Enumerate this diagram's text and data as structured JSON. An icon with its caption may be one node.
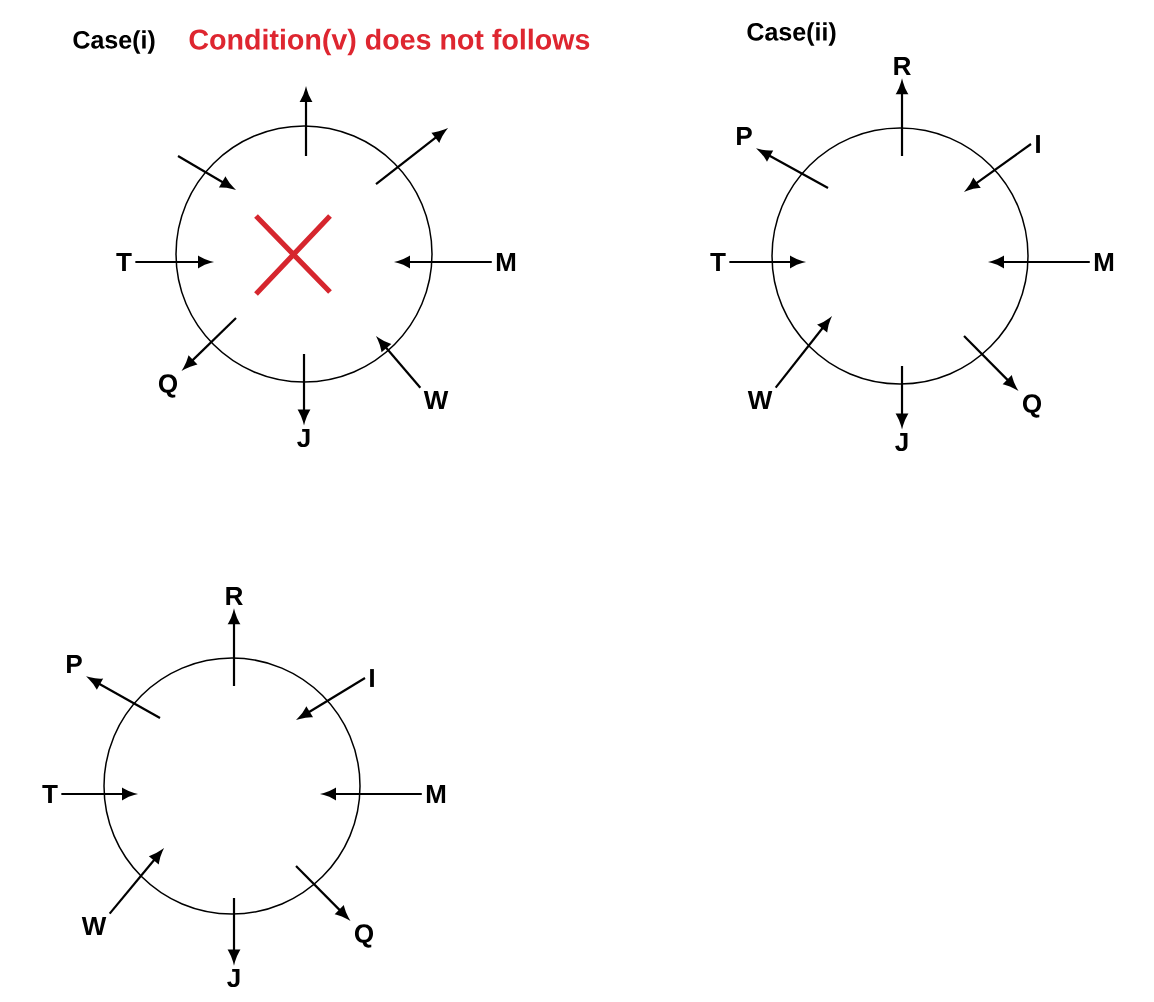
{
  "diagram": {
    "nodes": [
      {
        "text": [
          "T"
        ]
      },
      {
        "text": [
          "M"
        ]
      },
      {
        "text": [
          "Q"
        ]
      },
      {
        "text": [
          "W"
        ]
      },
      {
        "text": [
          "J"
        ]
      },
      {
        "text": [
          "R"
        ]
      },
      {
        "text": [
          "P"
        ]
      },
      {
        "text": [
          "I"
        ]
      },
      {
        "text": [
          "T"
        ]
      },
      {
        "text": [
          "M"
        ]
      },
      {
        "text": [
          "W"
        ]
      },
      {
        "text": [
          "Q"
        ]
      },
      {
        "text": [
          "J"
        ]
      },
      {
        "text": [
          "R"
        ]
      },
      {
        "text": [
          "P"
        ]
      },
      {
        "text": [
          "I"
        ]
      },
      {
        "text": [
          "T"
        ]
      },
      {
        "text": [
          "M"
        ]
      },
      {
        "text": [
          "W"
        ]
      },
      {
        "text": [
          "Q"
        ]
      },
      {
        "text": [
          "J"
        ]
      }
    ],
    "edges": [
      {
        "from": 0,
        "to": null,
        "arrow": "to"
      },
      {
        "from": 1,
        "to": null,
        "arrow": "to"
      },
      {
        "from": null,
        "to": 2,
        "arrow": "to"
      },
      {
        "from": 3,
        "to": null,
        "arrow": "to"
      },
      {
        "from": null,
        "to": 4,
        "arrow": "to"
      },
      {
        "from": null,
        "to": 5,
        "arrow": "to"
      },
      {
        "from": null,
        "to": 6,
        "arrow": "to"
      },
      {
        "from": 7,
        "to": null,
        "arrow": "to"
      },
      {
        "from": 8,
        "to": null,
        "arrow": "to"
      },
      {
        "from": 9,
        "to": null,
        "arrow": "to"
      },
      {
        "from": 10,
        "to": null,
        "arrow": "to"
      },
      {
        "from": null,
        "to": 11,
        "arrow": "to"
      },
      {
        "from": null,
        "to": 12,
        "arrow": "to"
      },
      {
        "from": null,
        "to": 13,
        "arrow": "to"
      },
      {
        "from": null,
        "to": 14,
        "arrow": "to"
      },
      {
        "from": 15,
        "to": null,
        "arrow": "to"
      },
      {
        "from": 16,
        "to": null,
        "arrow": "to"
      },
      {
        "from": 17,
        "to": null,
        "arrow": "to"
      },
      {
        "from": 18,
        "to": null,
        "arrow": "to"
      },
      {
        "from": null,
        "to": 19,
        "arrow": "to"
      },
      {
        "from": null,
        "to": 20,
        "arrow": "to"
      }
    ],
    "labels": [
      "Case(i)",
      "Condition(v) does not follows",
      "Case(ii)"
    ]
  }
}
